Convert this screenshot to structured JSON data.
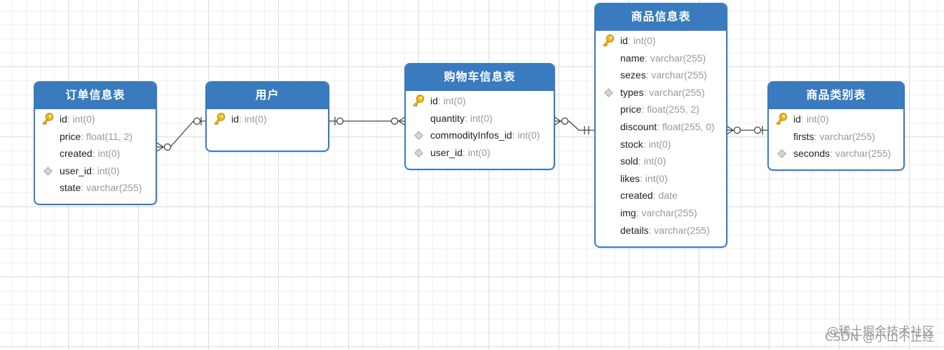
{
  "entities": [
    {
      "title": "订单信息表",
      "fields": [
        {
          "name": "id",
          "type": "int(0)",
          "marker": "key"
        },
        {
          "name": "price",
          "type": "float(11, 2)",
          "marker": "none"
        },
        {
          "name": "created",
          "type": "int(0)",
          "marker": "none"
        },
        {
          "name": "user_id",
          "type": "int(0)",
          "marker": "diamond"
        },
        {
          "name": "state",
          "type": "varchar(255)",
          "marker": "none"
        }
      ]
    },
    {
      "title": "用户",
      "fields": [
        {
          "name": "id",
          "type": "int(0)",
          "marker": "key"
        }
      ]
    },
    {
      "title": "购物车信息表",
      "fields": [
        {
          "name": "id",
          "type": "int(0)",
          "marker": "key"
        },
        {
          "name": "quantity",
          "type": "int(0)",
          "marker": "none"
        },
        {
          "name": "commodityInfos_id",
          "type": "int(0)",
          "marker": "diamond"
        },
        {
          "name": "user_id",
          "type": "int(0)",
          "marker": "diamond"
        }
      ]
    },
    {
      "title": "商品信息表",
      "fields": [
        {
          "name": "id",
          "type": "int(0)",
          "marker": "key"
        },
        {
          "name": "name",
          "type": "varchar(255)",
          "marker": "none"
        },
        {
          "name": "sezes",
          "type": "varchar(255)",
          "marker": "none"
        },
        {
          "name": "types",
          "type": "varchar(255)",
          "marker": "diamond"
        },
        {
          "name": "price",
          "type": "float(255, 2)",
          "marker": "none"
        },
        {
          "name": "discount",
          "type": "float(255, 0)",
          "marker": "none"
        },
        {
          "name": "stock",
          "type": "int(0)",
          "marker": "none"
        },
        {
          "name": "sold",
          "type": "int(0)",
          "marker": "none"
        },
        {
          "name": "likes",
          "type": "int(0)",
          "marker": "none"
        },
        {
          "name": "created",
          "type": "date",
          "marker": "none"
        },
        {
          "name": "img",
          "type": "varchar(255)",
          "marker": "none"
        },
        {
          "name": "details",
          "type": "varchar(255)",
          "marker": "none"
        }
      ]
    },
    {
      "title": "商品类别表",
      "fields": [
        {
          "name": "id",
          "type": "int(0)",
          "marker": "key"
        },
        {
          "name": "firsts",
          "type": "varchar(255)",
          "marker": "none"
        },
        {
          "name": "seconds",
          "type": "varchar(255)",
          "marker": "diamond"
        }
      ]
    }
  ],
  "watermark": {
    "line1": "@稀土掘金技术社区",
    "line2": "CSDN @小山不正经"
  },
  "colors": {
    "header": "#3a7bbf",
    "border": "#3a7bbf",
    "type_text": "#999999",
    "line": "#444444"
  }
}
